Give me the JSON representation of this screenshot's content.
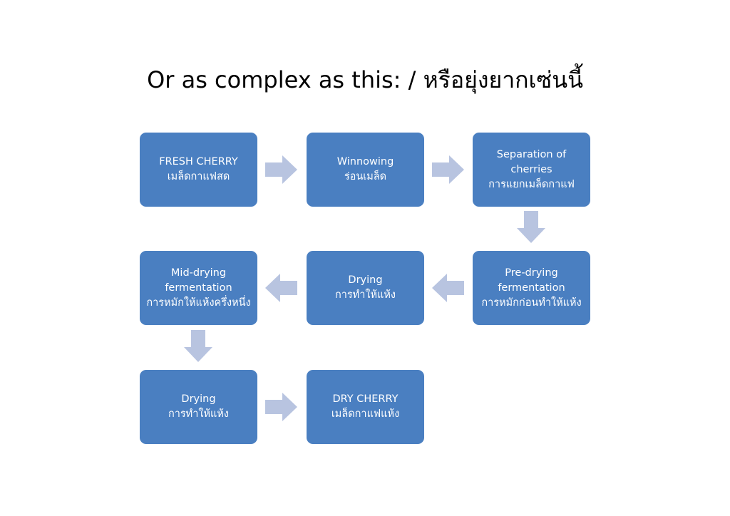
{
  "slide": {
    "title": "Or as complex as this: / หรือยุ่งยากเซ่นนี้",
    "background_color": "#ffffff"
  },
  "theme": {
    "box_fill": "#4A7FC1",
    "box_text_color": "#ffffff",
    "arrow_fill": "#B8C4E0",
    "title_color": "#000000"
  },
  "diagram": {
    "type": "flowchart",
    "boxes": [
      {
        "id": "fresh-cherry",
        "row": 1,
        "col": 1,
        "english": "FRESH CHERRY",
        "thai": "เมล็ดกาแฟสด"
      },
      {
        "id": "winnowing",
        "row": 1,
        "col": 2,
        "english": "Winnowing",
        "thai": "ร่อนเมล็ด"
      },
      {
        "id": "separation-of-cherries",
        "row": 1,
        "col": 3,
        "english": "Separation of cherries",
        "thai": "การแยกเมล็ดกาแฟ"
      },
      {
        "id": "mid-drying-fermentation",
        "row": 2,
        "col": 1,
        "english": "Mid-drying fermentation",
        "thai": "การหมักให้แห้งครึ่งหนึ่ง"
      },
      {
        "id": "drying-mid",
        "row": 2,
        "col": 2,
        "english": "Drying",
        "thai": "การทำให้แห้ง"
      },
      {
        "id": "pre-drying-fermentation",
        "row": 2,
        "col": 3,
        "english": "Pre-drying fermentation",
        "thai": "การหมักก่อนทำให้แห้ง"
      },
      {
        "id": "drying-final",
        "row": 3,
        "col": 1,
        "english": "Drying",
        "thai": "การทำให้แห้ง"
      },
      {
        "id": "dry-cherry",
        "row": 3,
        "col": 2,
        "english": "DRY CHERRY",
        "thai": "เมล็ดกาแฟแห้ง"
      }
    ],
    "arrows": [
      {
        "id": "fresh-cherry-to-winnowing",
        "direction": "right"
      },
      {
        "id": "winnowing-to-separation",
        "direction": "right"
      },
      {
        "id": "separation-to-pre-drying",
        "direction": "down"
      },
      {
        "id": "pre-drying-to-drying",
        "direction": "left"
      },
      {
        "id": "drying-to-mid-drying",
        "direction": "left"
      },
      {
        "id": "mid-drying-to-drying-final",
        "direction": "down"
      },
      {
        "id": "drying-final-to-dry-cherry",
        "direction": "right"
      }
    ]
  }
}
